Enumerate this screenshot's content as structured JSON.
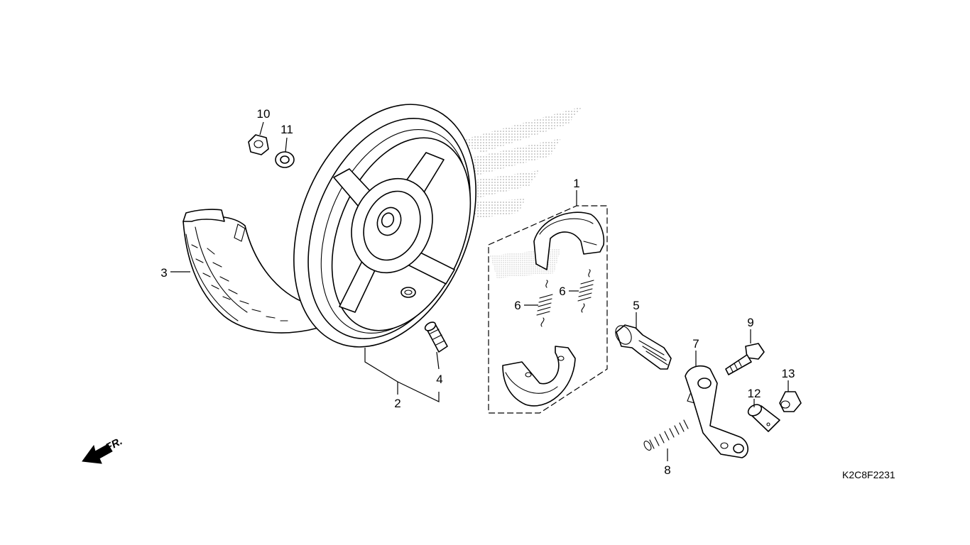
{
  "callouts": {
    "c1": "1",
    "c2": "2",
    "c3": "3",
    "c4": "4",
    "c5": "5",
    "c6a": "6",
    "c6b": "6",
    "c7": "7",
    "c8": "8",
    "c9": "9",
    "c10": "10",
    "c11": "11",
    "c12": "12",
    "c13": "13"
  },
  "direction_label": "FR.",
  "diagram_code": "K2C8F2231",
  "icons": {
    "direction_arrow": "front-direction-arrow-icon"
  }
}
